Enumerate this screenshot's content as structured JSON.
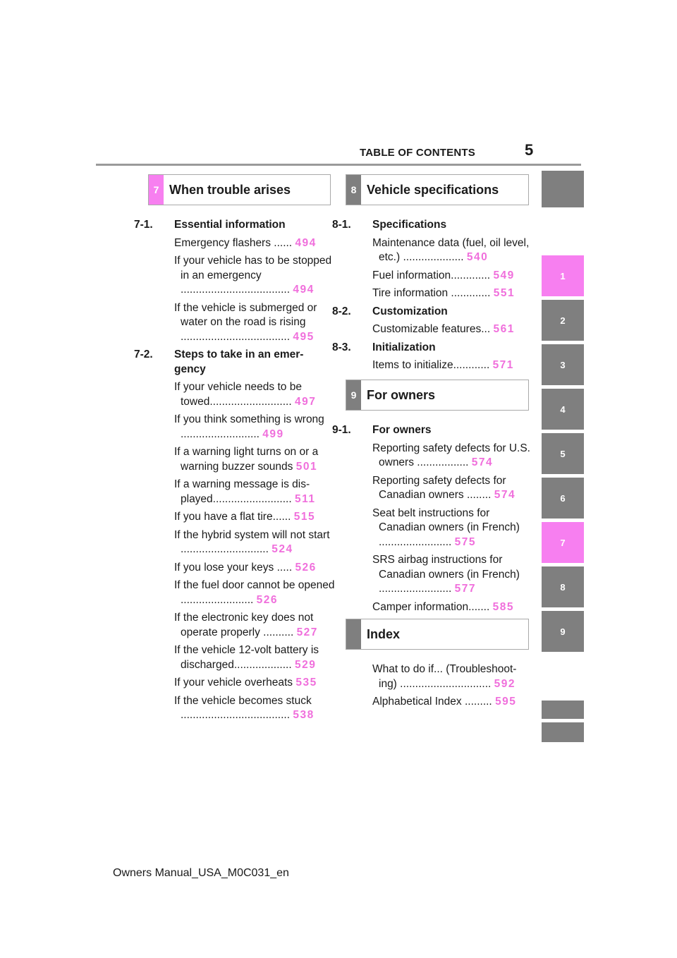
{
  "header": {
    "title": "TABLE OF CONTENTS",
    "page_number": "5"
  },
  "colors": {
    "pink": "#f77ff0",
    "gray": "#7f7f7f",
    "page_link": "#f06fdc"
  },
  "sections": [
    {
      "num": "7",
      "title": "When trouble arises",
      "tab_color": "#f77ff0"
    },
    {
      "num": "8",
      "title": "Vehicle specifications",
      "tab_color": "#7f7f7f"
    },
    {
      "num": "9",
      "title": "For owners",
      "tab_color": "#7f7f7f"
    },
    {
      "num": "",
      "title": "Index",
      "tab_color": "#7f7f7f"
    }
  ],
  "left_column": [
    {
      "type": "chapter",
      "num": "7-1.",
      "title": "Essential information"
    },
    {
      "type": "entry",
      "text": "Emergency flashers ......",
      "page": "494"
    },
    {
      "type": "entry",
      "text": "If your vehicle has to be stopped in an emergency ....................................",
      "page": "494"
    },
    {
      "type": "entry",
      "text": "If the vehicle is submerged or water on the road is rising ....................................",
      "page": "495"
    },
    {
      "type": "chapter",
      "num": "7-2.",
      "title": "Steps to take in an emer-gency"
    },
    {
      "type": "entry",
      "text": "If your vehicle needs to be towed...........................",
      "page": "497"
    },
    {
      "type": "entry",
      "text": "If you think something is wrong ..........................",
      "page": "499"
    },
    {
      "type": "entry",
      "text": "If a warning light turns on or a warning buzzer sounds",
      "page": "501"
    },
    {
      "type": "entry",
      "text": "If a warning message is dis-played..........................",
      "page": "511"
    },
    {
      "type": "entry",
      "text": "If you have a flat tire......",
      "page": "515"
    },
    {
      "type": "entry",
      "text": "If the hybrid system will not start .............................",
      "page": "524"
    },
    {
      "type": "entry",
      "text": "If you lose your keys .....",
      "page": "526"
    },
    {
      "type": "entry",
      "text": "If the fuel door cannot be opened ........................",
      "page": "526"
    },
    {
      "type": "entry",
      "text": "If the electronic key does not operate properly ..........",
      "page": "527"
    },
    {
      "type": "entry",
      "text": "If the vehicle 12-volt battery is discharged...................",
      "page": "529"
    },
    {
      "type": "entry",
      "text": "If your vehicle overheats",
      "page": "535"
    },
    {
      "type": "entry",
      "text": "If the vehicle becomes stuck ....................................",
      "page": "538"
    }
  ],
  "right_column_8": [
    {
      "type": "chapter",
      "num": "8-1.",
      "title": "Specifications"
    },
    {
      "type": "entry",
      "text": "Maintenance data (fuel, oil level, etc.) ....................",
      "page": "540"
    },
    {
      "type": "entry",
      "text": "Fuel information.............",
      "page": "549"
    },
    {
      "type": "entry",
      "text": "Tire information .............",
      "page": "551"
    },
    {
      "type": "chapter",
      "num": "8-2.",
      "title": "Customization"
    },
    {
      "type": "entry",
      "text": "Customizable features...",
      "page": "561"
    },
    {
      "type": "chapter",
      "num": "8-3.",
      "title": "Initialization"
    },
    {
      "type": "entry",
      "text": "Items to initialize............",
      "page": "571"
    }
  ],
  "right_column_9": [
    {
      "type": "chapter",
      "num": "9-1.",
      "title": "For owners"
    },
    {
      "type": "entry",
      "text": "Reporting safety defects for U.S. owners .................",
      "page": "574"
    },
    {
      "type": "entry",
      "text": "Reporting safety defects for Canadian owners ........",
      "page": "574"
    },
    {
      "type": "entry",
      "text": "Seat belt instructions for Canadian owners (in French) ........................",
      "page": "575"
    },
    {
      "type": "entry",
      "text": "SRS airbag instructions for Canadian owners (in French) ........................",
      "page": "577"
    },
    {
      "type": "entry",
      "text": "Camper information.......",
      "page": "585"
    }
  ],
  "right_column_index": [
    {
      "type": "entry",
      "text": "What to do if... (Troubleshoot-ing) ..............................",
      "page": "592"
    },
    {
      "type": "entry",
      "text": "Alphabetical Index .........",
      "page": "595"
    }
  ],
  "side_tabs": [
    {
      "label": "",
      "color": "#7f7f7f"
    },
    {
      "label": "1",
      "color": "#f77ff0"
    },
    {
      "label": "2",
      "color": "#7f7f7f"
    },
    {
      "label": "3",
      "color": "#7f7f7f"
    },
    {
      "label": "4",
      "color": "#7f7f7f"
    },
    {
      "label": "5",
      "color": "#7f7f7f"
    },
    {
      "label": "6",
      "color": "#7f7f7f"
    },
    {
      "label": "7",
      "color": "#f77ff0"
    },
    {
      "label": "8",
      "color": "#7f7f7f"
    },
    {
      "label": "9",
      "color": "#7f7f7f"
    },
    {
      "label": "",
      "color": "#7f7f7f"
    },
    {
      "label": "",
      "color": "#7f7f7f"
    }
  ],
  "footer": "Owners Manual_USA_M0C031_en"
}
